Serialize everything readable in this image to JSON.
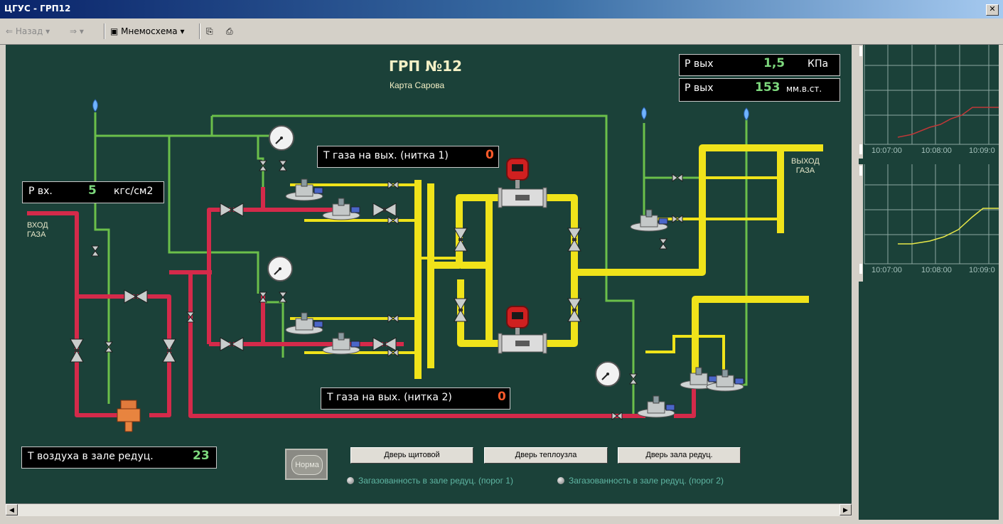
{
  "window": {
    "title": "ЦГУС - ГРП12",
    "close_glyph": "✕"
  },
  "toolbar": {
    "back_label": "Назад",
    "mnemo_label": "Мнемосхема"
  },
  "scheme": {
    "title": "ГРП №12",
    "subtitle": "Карта Сарова",
    "inlet_label_1": "ВХОД",
    "inlet_label_2": "ГАЗА",
    "outlet_label_1": "ВЫХОД",
    "outlet_label_2": "ГАЗА",
    "p_in": {
      "label": "Р вх.",
      "value": "5",
      "unit": "кгс/см2"
    },
    "p_out_kpa": {
      "label": "Р вых",
      "value": "1,5",
      "unit": "КПа"
    },
    "p_out_mm": {
      "label": "Р вых",
      "value": "153",
      "unit": "мм.в.ст."
    },
    "t_gas_1": {
      "label": "Т газа на вых. (нитка 1)",
      "value": "0"
    },
    "t_gas_2": {
      "label": "Т газа на вых. (нитка 2)",
      "value": "0"
    },
    "t_air": {
      "label": "Т воздуха в зале редуц.",
      "value": "23"
    },
    "norma_label": "Норма",
    "buttons": [
      "Дверь щитовой",
      "Дверь теплоузла",
      "Дверь зала редуц."
    ],
    "alarms": [
      "Загазованность в зале редуц. (порог 1)",
      "Загазованность в зале редуц. (порог 2)"
    ]
  },
  "trends": {
    "charts": [
      {
        "series_color": "#c03838",
        "x_ticks": [
          "10:07:00",
          "10:08:00",
          "10:09:0"
        ]
      },
      {
        "series_color": "#e8e848",
        "x_ticks": [
          "10:07:00",
          "10:08:00",
          "10:09:0"
        ]
      }
    ]
  },
  "colors": {
    "background": "#1b4139",
    "gas_in_pipe": "#d42a4a",
    "gas_out_pipe": "#f0e31a",
    "pulse_line": "#6bbf4a"
  }
}
